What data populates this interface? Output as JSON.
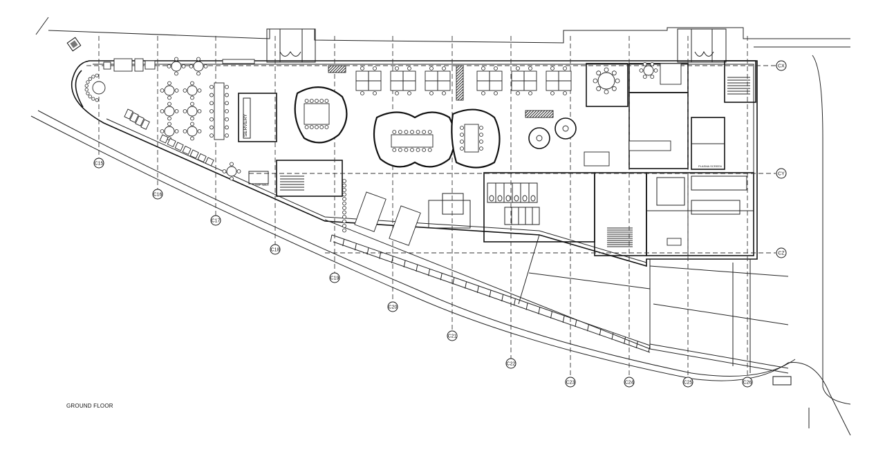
{
  "caption": "GROUND FLOOR",
  "rooms": {
    "servery": "SERVERY",
    "plasma_screen": "PLASMA SCREEN",
    "small_label": "DISP TABLE"
  },
  "grid_bubbles": [
    "C15",
    "C16",
    "C17",
    "C18",
    "C19",
    "C20",
    "C21",
    "C22",
    "C23",
    "C24",
    "C25",
    "C26",
    "CX",
    "CY",
    "CZ"
  ],
  "colors": {
    "line": "#111111",
    "background": "#ffffff"
  }
}
